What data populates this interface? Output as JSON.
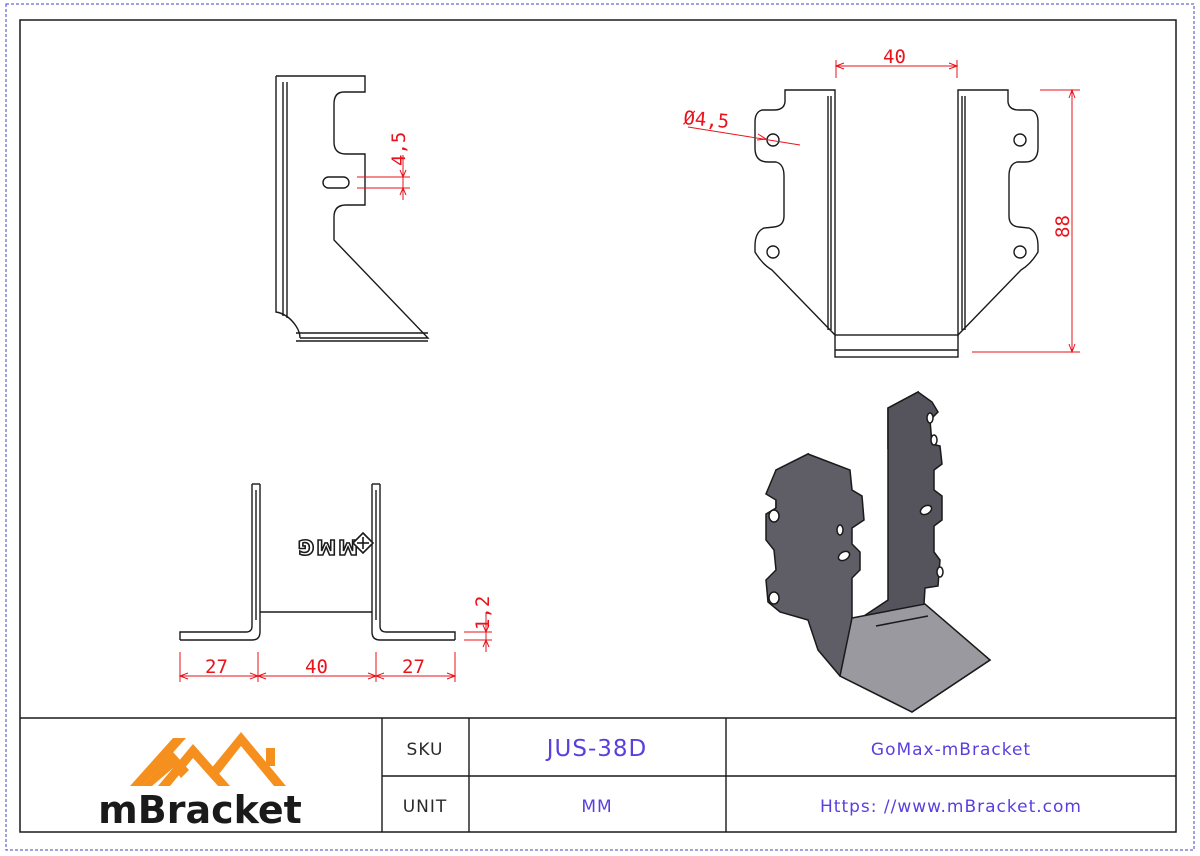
{
  "colors": {
    "line": "#1a1a1a",
    "dimension": "#e8131b",
    "value_text": "#5a3fe0",
    "brand_orange": "#f5901e",
    "iso_fill": "#55545c",
    "border_blue": "#3c46c8"
  },
  "side_view": {
    "hole_dim": "4,5"
  },
  "front_view": {
    "width_dim": "40",
    "hole_dim": "Ø4,5",
    "height_dim": "88"
  },
  "bottom_view": {
    "left_flange_dim": "27",
    "center_dim": "40",
    "right_flange_dim": "27",
    "thickness_dim": "1,2",
    "embossed_logo_text": "MMG"
  },
  "title_block": {
    "logo_text": "mBracket",
    "sku_label": "SKU",
    "sku_value": "JUS-38D",
    "unit_label": "UNIT",
    "unit_value": "MM",
    "company": "GoMax-mBracket",
    "website": "Https: //www.mBracket.com"
  }
}
